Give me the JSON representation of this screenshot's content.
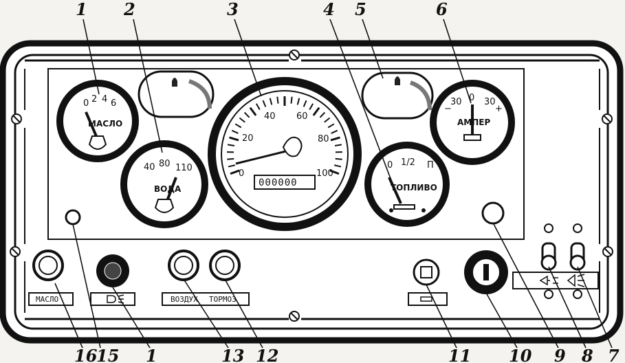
{
  "callouts": [
    "1",
    "2",
    "3",
    "4",
    "5",
    "6",
    "16",
    "15",
    "1",
    "13",
    "12",
    "11",
    "10",
    "9",
    "8",
    "7"
  ],
  "oil_gauge": {
    "ticks": [
      "0",
      "2",
      "4",
      "6"
    ],
    "title": "МАСЛО"
  },
  "water_gauge": {
    "ticks": [
      "40",
      "80",
      "110"
    ],
    "title": "ВОДА"
  },
  "speedometer": {
    "ticks": [
      "0",
      "20",
      "40",
      "60",
      "80",
      "100"
    ],
    "odometer": "000000"
  },
  "fuel_gauge": {
    "ticks": [
      "0",
      "1/2",
      "П"
    ],
    "title": "ТОПЛИВО"
  },
  "ammeter": {
    "ticks": [
      "30",
      "0",
      "30"
    ],
    "minus": "−",
    "plus": "+",
    "title": "АМПЕР"
  },
  "plates": {
    "oil": "МАСЛО",
    "air": "ВОЗДУХ",
    "brake": "ТОРМОЗ"
  }
}
